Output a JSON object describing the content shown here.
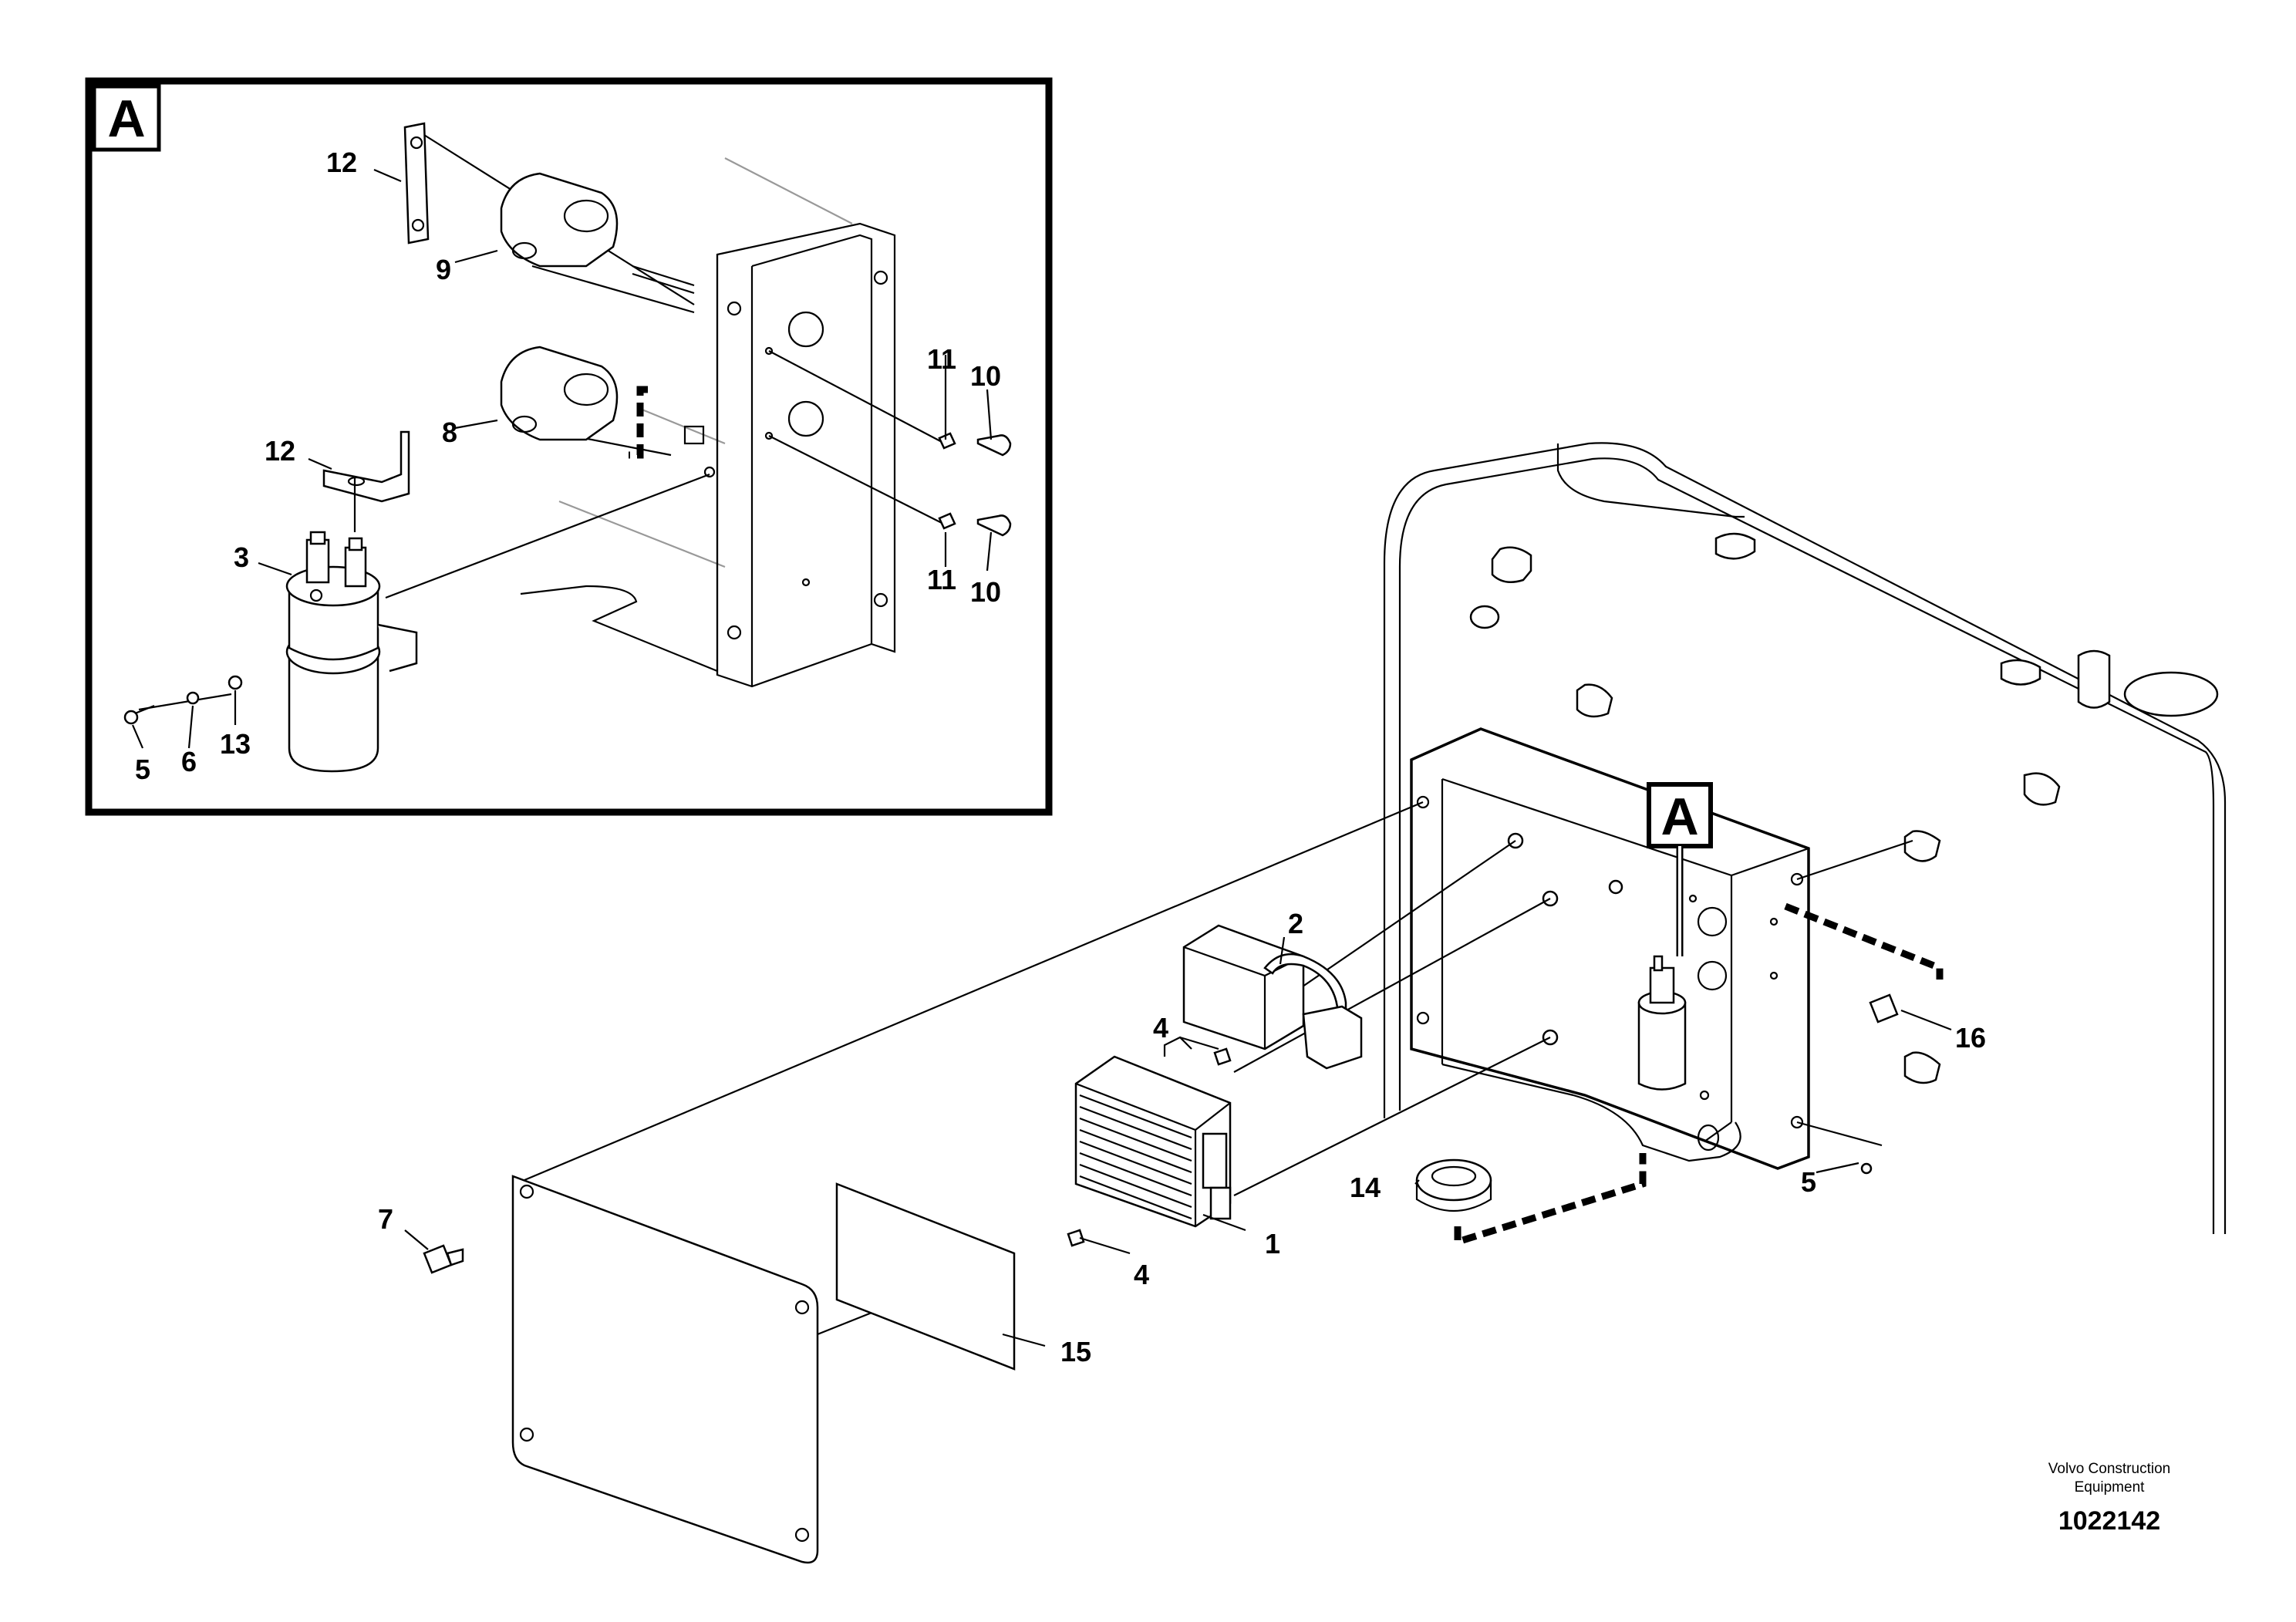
{
  "inset": {
    "marker": "A"
  },
  "main": {
    "marker": "A"
  },
  "callouts": {
    "inset": [
      {
        "id": "12-top",
        "text": "12"
      },
      {
        "id": "9",
        "text": "9"
      },
      {
        "id": "11-top",
        "text": "11"
      },
      {
        "id": "10-top",
        "text": "10"
      },
      {
        "id": "8",
        "text": "8"
      },
      {
        "id": "12-mid",
        "text": "12"
      },
      {
        "id": "3",
        "text": "3"
      },
      {
        "id": "11-bot",
        "text": "11"
      },
      {
        "id": "10-bot",
        "text": "10"
      },
      {
        "id": "5-inset",
        "text": "5"
      },
      {
        "id": "6",
        "text": "6"
      },
      {
        "id": "13",
        "text": "13"
      }
    ],
    "main": [
      {
        "id": "2",
        "text": "2"
      },
      {
        "id": "4-top",
        "text": "4"
      },
      {
        "id": "16",
        "text": "16"
      },
      {
        "id": "7",
        "text": "7"
      },
      {
        "id": "14",
        "text": "14"
      },
      {
        "id": "5-main",
        "text": "5"
      },
      {
        "id": "1",
        "text": "1"
      },
      {
        "id": "4-bot",
        "text": "4"
      },
      {
        "id": "15",
        "text": "15"
      }
    ]
  },
  "footer": {
    "brand_line1": "Volvo Construction",
    "brand_line2": "Equipment",
    "doc_number": "1022142"
  }
}
